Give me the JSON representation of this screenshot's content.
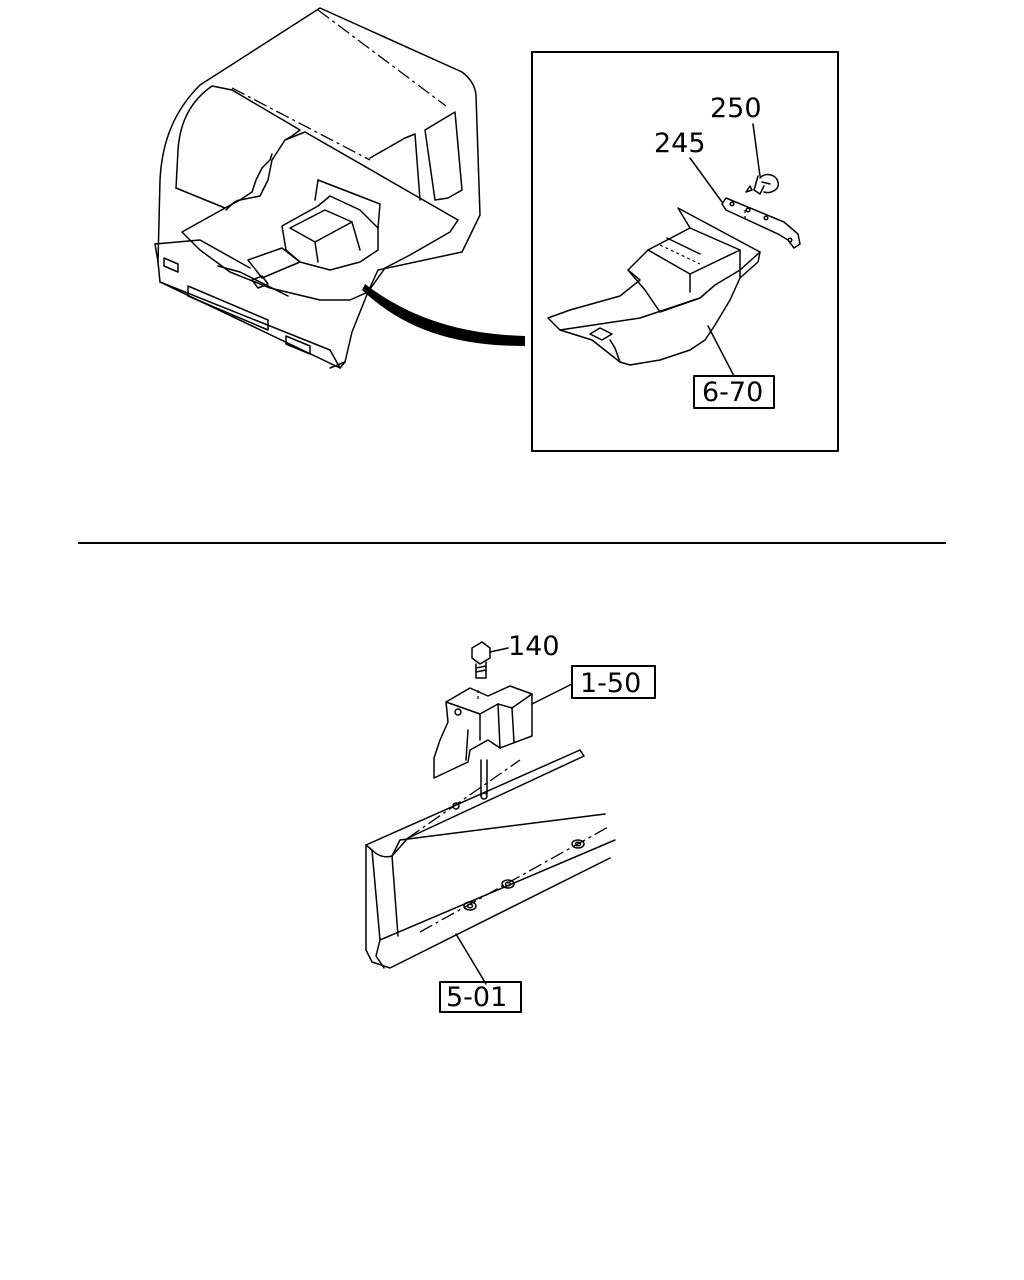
{
  "callouts": {
    "part_250": "250",
    "part_245": "245",
    "part_140": "140"
  },
  "reference_boxes": {
    "ref_6_70": "6-70",
    "ref_1_50": "1-50",
    "ref_5_01": "5-01"
  },
  "colors": {
    "line": "#000000",
    "background": "#ffffff"
  }
}
